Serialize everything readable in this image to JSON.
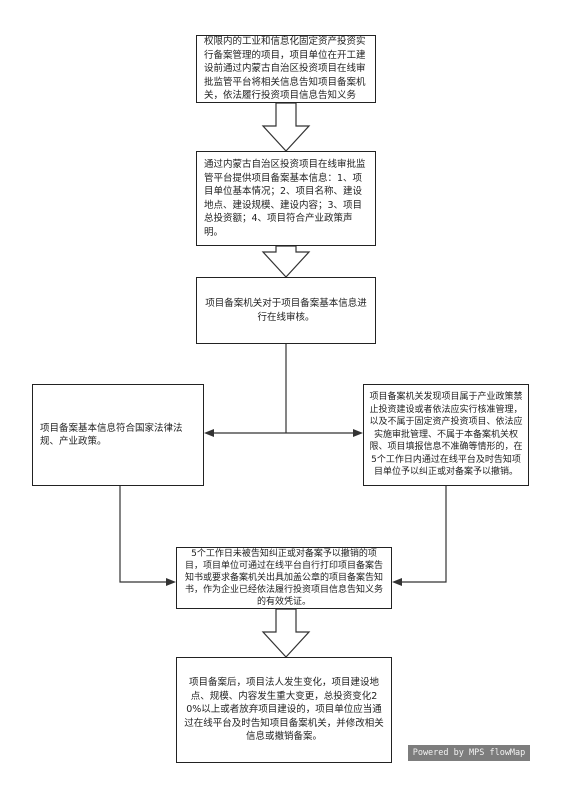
{
  "flowchart": {
    "nodes": [
      {
        "id": "n1",
        "text": "权限内的工业和信息化固定资产投资实行备案管理的项目，项目单位在开工建设前通过内蒙古自治区投资项目在线审批监管平台将相关信息告知项目备案机关，依法履行投资项目信息告知义务"
      },
      {
        "id": "n2",
        "text": "通过内蒙古自治区投资项目在线审批监管平台提供项目备案基本信息：1、项目单位基本情况；2、项目名称、建设地点、建设规模、建设内容；3、项目总投资额；4、项目符合产业政策声明。"
      },
      {
        "id": "n3",
        "text": "项目备案机关对于项目备案基本信息进行在线审核。"
      },
      {
        "id": "n4",
        "text": "项目备案基本信息符合国家法律法规、产业政策。"
      },
      {
        "id": "n5",
        "text": "项目备案机关发现项目属于产业政策禁止投资建设或者依法应实行核准管理，以及不属于固定资产投资项目、依法应实施审批管理、不属于本备案机关权限、项目填报信息不准确等情形的，在5个工作日内通过在线平台及时告知项目单位予以纠正或对备案予以撤销。"
      },
      {
        "id": "n6",
        "text": "5个工作日未被告知纠正或对备案予以撤销的项目，项目单位可通过在线平台自行打印项目备案告知书或要求备案机关出具加盖公章的项目备案告知书，作为企业已经依法履行投资项目信息告知义务的有效凭证。"
      },
      {
        "id": "n7",
        "text": "项目备案后，项目法人发生变化，项目建设地点、规模、内容发生重大变更，总投资变化20%以上或者放弃项目建设的，项目单位应当通过在线平台及时告知项目备案机关，并修改相关信息或撤销备案。"
      }
    ],
    "edges": [
      {
        "from": "n1",
        "to": "n2",
        "style": "block-arrow"
      },
      {
        "from": "n2",
        "to": "n3",
        "style": "block-arrow"
      },
      {
        "from": "n3",
        "to": "n4",
        "style": "line-arrow"
      },
      {
        "from": "n3",
        "to": "n5",
        "style": "line-arrow"
      },
      {
        "from": "n4",
        "to": "n6",
        "style": "line-arrow"
      },
      {
        "from": "n5",
        "to": "n6",
        "style": "line-arrow"
      },
      {
        "from": "n6",
        "to": "n7",
        "style": "block-arrow"
      }
    ]
  },
  "watermark": "Powered by MPS flowMap"
}
